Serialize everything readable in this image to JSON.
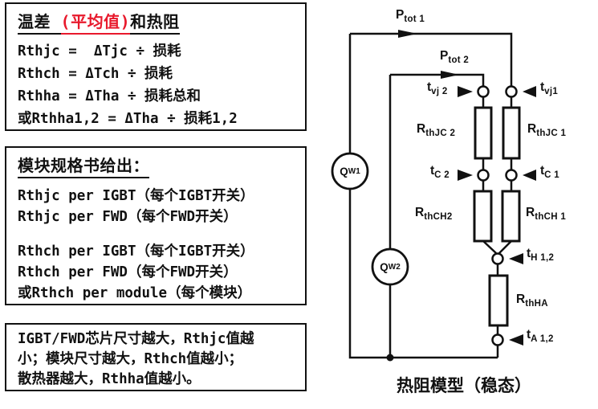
{
  "accent_red": "#e8192c",
  "box1": {
    "title_pre": "温差 ",
    "title_red": "(平均值)",
    "title_post": "和热阻",
    "lines": [
      "Rthjc =  ΔTjc ÷ 损耗",
      "Rthch = ΔTch ÷ 损耗",
      "Rthha = ΔTha ÷ 损耗总和",
      "或Rthha1,2 = ΔTha ÷ 损耗1,2"
    ]
  },
  "box2": {
    "title": "模块规格书给出：",
    "group1": [
      "Rthjc per IGBT（每个IGBT开关）",
      "Rthjc per FWD（每个FWD开关）"
    ],
    "group2": [
      "Rthch per IGBT（每个IGBT开关）",
      "Rthch per FWD（每个FWD开关）",
      "或Rthch per module（每个模块）"
    ]
  },
  "box3": {
    "lines": [
      "IGBT/FWD芯片尺寸越大，Rthjc值越",
      "小；模块尺寸越大，Rthch值越小；",
      "散热器越大，Rthha值越小。"
    ]
  },
  "diagram": {
    "caption": "热阻模型（稳态）",
    "labels": {
      "ptot1": {
        "base": "P",
        "sub": "tot 1"
      },
      "ptot2": {
        "base": "P",
        "sub": "tot 2"
      },
      "tvj2": {
        "base": "t",
        "sub": "vj 2"
      },
      "tvj1": {
        "base": "t",
        "sub": "vj1"
      },
      "rthjc2": {
        "base": "R",
        "sub": "thJC 2"
      },
      "rthjc1": {
        "base": "R",
        "sub": "thJC 1"
      },
      "tc2": {
        "base": "t",
        "sub": "C 2"
      },
      "tc1": {
        "base": "t",
        "sub": "C 1"
      },
      "rthch2": {
        "base": "R",
        "sub": "thCH2"
      },
      "rthch1": {
        "base": "R",
        "sub": "thCH 1"
      },
      "th12": {
        "base": "t",
        "sub": "H 1,2"
      },
      "rthha": {
        "base": "R",
        "sub": "thHA"
      },
      "ta12": {
        "base": "t",
        "sub": "A 1,2"
      },
      "qw1": {
        "base": "Q",
        "sub": "W1"
      },
      "qw2": {
        "base": "Q",
        "sub": "W2"
      }
    }
  }
}
